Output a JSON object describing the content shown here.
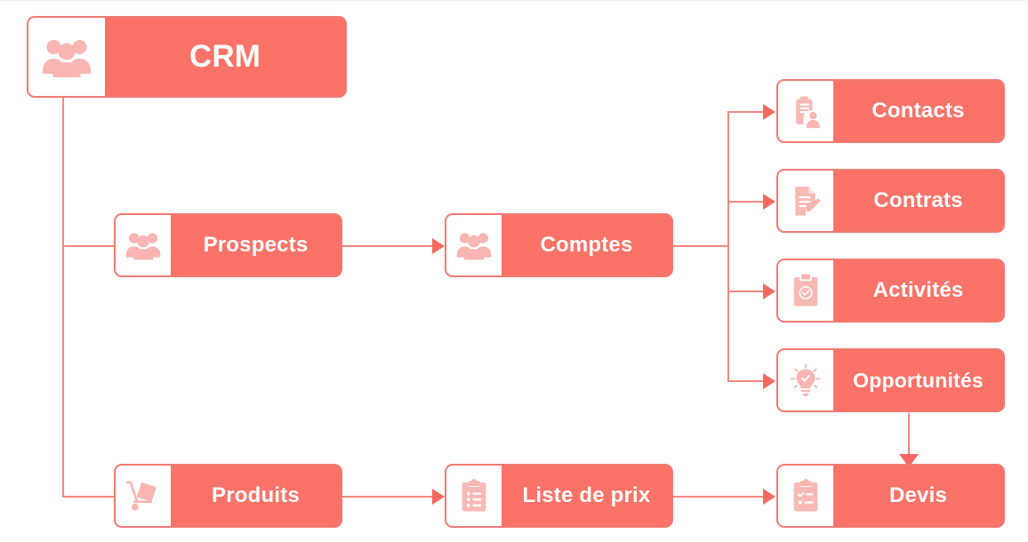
{
  "diagram": {
    "title": "CRM",
    "background_color": "#ffffff",
    "node_fill_color": "#fa7268",
    "node_border_color": "#f07a72",
    "icon_tile_color": "#ffffff",
    "icon_glyph_color": "#f8b5b1",
    "label_color": "#ffffff",
    "connector_color": "#f1877f",
    "arrow_color": "#f4695f"
  },
  "nodes": {
    "crm": {
      "label": "CRM",
      "icon": "people-group-icon"
    },
    "prospects": {
      "label": "Prospects",
      "icon": "people-group-icon"
    },
    "comptes": {
      "label": "Comptes",
      "icon": "people-group-icon"
    },
    "contacts": {
      "label": "Contacts",
      "icon": "contact-card-icon"
    },
    "contrats": {
      "label": "Contrats",
      "icon": "document-pencil-icon"
    },
    "activites": {
      "label": "Activités",
      "icon": "clipboard-check-icon"
    },
    "opportunites": {
      "label": "Opportunités",
      "icon": "lightbulb-check-icon"
    },
    "produits": {
      "label": "Produits",
      "icon": "hand-truck-box-icon"
    },
    "liste_prix": {
      "label": "Liste de prix",
      "icon": "clipboard-list-icon"
    },
    "devis": {
      "label": "Devis",
      "icon": "clipboard-tasks-icon"
    }
  },
  "edges": [
    {
      "from": "crm",
      "to": "prospects",
      "style": "elbow"
    },
    {
      "from": "crm",
      "to": "produits",
      "style": "elbow"
    },
    {
      "from": "prospects",
      "to": "comptes",
      "style": "arrow"
    },
    {
      "from": "comptes",
      "to": "contacts",
      "style": "arrow"
    },
    {
      "from": "comptes",
      "to": "contrats",
      "style": "arrow"
    },
    {
      "from": "comptes",
      "to": "activites",
      "style": "arrow"
    },
    {
      "from": "comptes",
      "to": "opportunites",
      "style": "arrow"
    },
    {
      "from": "opportunites",
      "to": "devis",
      "style": "arrow-down"
    },
    {
      "from": "produits",
      "to": "liste_prix",
      "style": "arrow"
    },
    {
      "from": "liste_prix",
      "to": "devis",
      "style": "arrow"
    }
  ]
}
